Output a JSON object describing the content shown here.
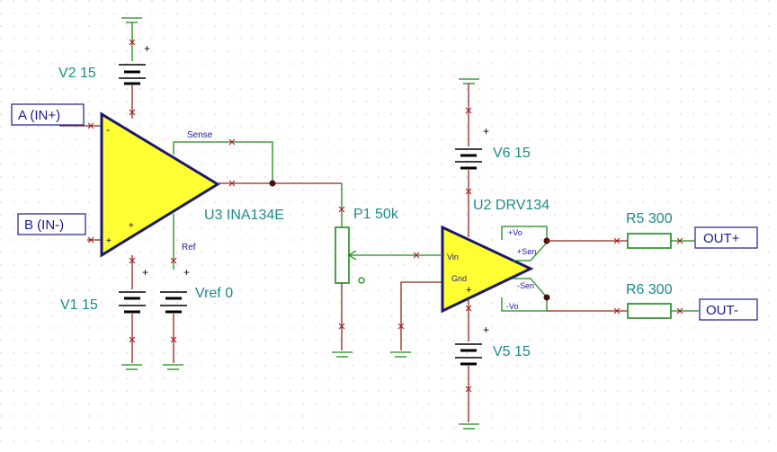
{
  "components": {
    "u3": {
      "name": "U3 INA134E",
      "pin_sense": "Sense",
      "pin_ref": "Ref",
      "pin_minus": "-",
      "pin_plus": "+"
    },
    "u2": {
      "name": "U2 DRV134",
      "pin_vin": "Vin",
      "pin_gnd": "Gnd",
      "pin_pvo": "+Vo",
      "pin_psen": "+Sen",
      "pin_nsen": "-Sen",
      "pin_nvo": "-Vo",
      "pin_plus": "+"
    },
    "v2": "V2 15",
    "v1": "V1 15",
    "vref": "Vref 0",
    "v6": "V6 15",
    "v5": "V5 15",
    "p1": "P1 50k",
    "r5": "R5 300",
    "r6": "R6 300"
  },
  "ports": {
    "in_a": "A (IN+)",
    "in_b": "B (IN-)",
    "out_p": "OUT+",
    "out_n": "OUT-"
  },
  "polarity_mark": "+"
}
